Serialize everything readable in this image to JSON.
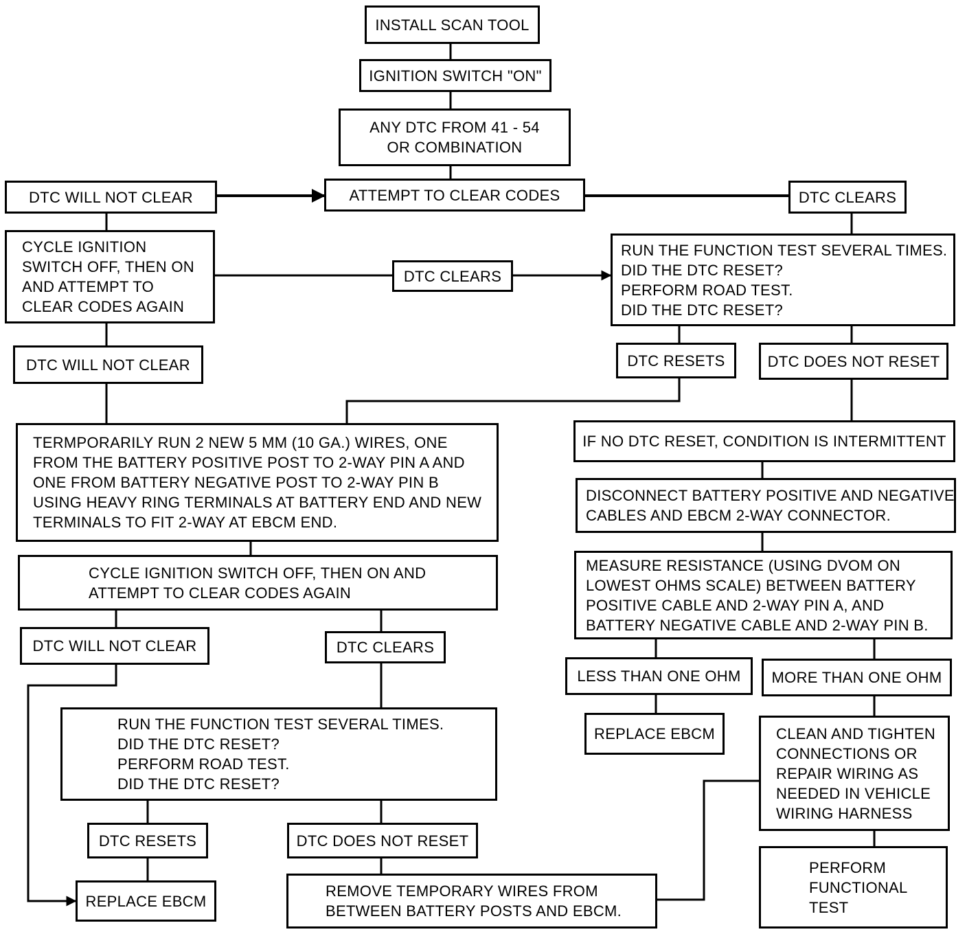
{
  "boxes": {
    "install_scan_tool": [
      "INSTALL SCAN TOOL"
    ],
    "ignition_switch_on": [
      "IGNITION SWITCH \"ON\""
    ],
    "any_dtc": [
      "ANY DTC FROM 41 - 54",
      "OR COMBINATION"
    ],
    "attempt_clear": [
      "ATTEMPT TO CLEAR CODES"
    ],
    "dtc_will_not_clear_1": [
      "DTC WILL NOT CLEAR"
    ],
    "dtc_clears_1": [
      "DTC CLEARS"
    ],
    "cycle_ignition_1": [
      "CYCLE IGNITION",
      "SWITCH OFF, THEN ON",
      "AND ATTEMPT TO",
      "CLEAR CODES AGAIN"
    ],
    "dtc_clears_2": [
      "DTC CLEARS"
    ],
    "run_function_test_1": [
      "RUN THE FUNCTION TEST SEVERAL TIMES.",
      "DID THE DTC RESET?",
      "PERFORM ROAD TEST.",
      "DID THE DTC RESET?"
    ],
    "dtc_will_not_clear_2": [
      "DTC WILL NOT CLEAR"
    ],
    "dtc_resets_1": [
      "DTC RESETS"
    ],
    "dtc_does_not_reset_1": [
      "DTC DOES NOT RESET"
    ],
    "temporarily_run": [
      "TERMPORARILY RUN 2 NEW 5 MM (10 GA.) WIRES, ONE",
      "FROM THE BATTERY POSITIVE POST TO 2-WAY PIN A AND",
      "ONE FROM BATTERY NEGATIVE POST TO 2-WAY PIN B",
      "USING HEAVY RING TERMINALS AT BATTERY END AND NEW",
      "TERMINALS TO FIT 2-WAY AT EBCM END."
    ],
    "if_no_dtc_reset": [
      "IF NO DTC RESET, CONDITION IS INTERMITTENT"
    ],
    "disconnect_battery": [
      "DISCONNECT BATTERY POSITIVE AND NEGATIVE",
      "CABLES AND EBCM 2-WAY CONNECTOR."
    ],
    "cycle_ignition_2": [
      "CYCLE IGNITION SWITCH OFF, THEN ON AND",
      "ATTEMPT TO CLEAR CODES AGAIN"
    ],
    "measure_resistance": [
      "MEASURE RESISTANCE (USING DVOM ON",
      "LOWEST OHMS SCALE) BETWEEN BATTERY",
      "POSITIVE CABLE AND 2-WAY PIN A, AND",
      "BATTERY NEGATIVE CABLE AND 2-WAY PIN B."
    ],
    "dtc_will_not_clear_3": [
      "DTC WILL NOT CLEAR"
    ],
    "dtc_clears_3": [
      "DTC CLEARS"
    ],
    "less_than_one_ohm": [
      "LESS THAN ONE OHM"
    ],
    "more_than_one_ohm": [
      "MORE THAN ONE OHM"
    ],
    "run_function_test_2": [
      "RUN THE FUNCTION TEST SEVERAL TIMES.",
      "DID THE DTC RESET?",
      "PERFORM ROAD TEST.",
      "DID THE DTC RESET?"
    ],
    "replace_ebcm_1": [
      "REPLACE EBCM"
    ],
    "clean_and_tighten": [
      "CLEAN AND TIGHTEN",
      "CONNECTIONS OR",
      "REPAIR WIRING AS",
      "NEEDED IN VEHICLE",
      "WIRING HARNESS"
    ],
    "dtc_resets_2": [
      "DTC RESETS"
    ],
    "dtc_does_not_reset_2": [
      "DTC DOES NOT RESET"
    ],
    "perform_functional_test": [
      "PERFORM",
      "FUNCTIONAL",
      "TEST"
    ],
    "replace_ebcm_2": [
      "REPLACE EBCM"
    ],
    "remove_temporary_wires": [
      "REMOVE TEMPORARY WIRES FROM",
      "BETWEEN BATTERY POSTS AND EBCM."
    ]
  }
}
